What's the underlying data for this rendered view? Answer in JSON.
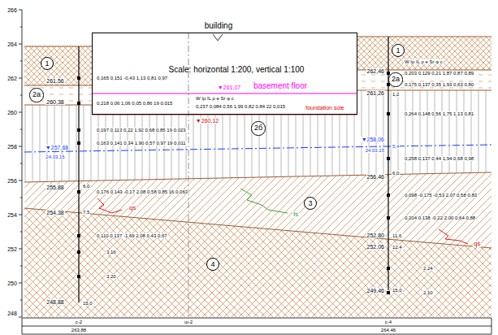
{
  "diagram": {
    "nodes": [
      {
        "text": [
          "building",
          "Scale: horizontal 1:200, vertical 1:100"
        ]
      },
      {
        "text": [
          "1"
        ]
      },
      {
        "text": [
          "2a"
        ]
      },
      {
        "text": [
          "2б"
        ]
      },
      {
        "text": [
          "3"
        ]
      },
      {
        "text": [
          "4"
        ]
      },
      {
        "text": [
          "1"
        ]
      },
      {
        "text": [
          "2a"
        ]
      }
    ],
    "labels": [
      "266",
      "264",
      "262",
      "260",
      "258",
      "256",
      "254",
      "252",
      "250",
      "248",
      "261,56",
      "260,38",
      "▼257,68",
      "24.03.15",
      "255,88",
      "254,38",
      "248,88",
      "6,0",
      "7,5",
      "15,0",
      "262,46",
      "261,26",
      "▼258,06",
      "24.03.15",
      "256,46",
      "252,80",
      "252,06",
      "249,46",
      "1,2",
      "5,4",
      "6,0",
      "11,6",
      "12,4",
      "15,0",
      "▼261,07",
      "basement floor",
      "foundation sole",
      "▼260,12",
      "W Ip IL ρ e Sr φ c",
      "0,237 0,084 0,56 1,99 0,82 0,84 22 0,015",
      "0,165 0,151 -0,43 1,13 0,81 0,97",
      "0,218 0,06 1,06 0,05 0,86 19 0,015",
      "0,197 0,113 0,22 1,92 0,68 0,85 19 0,023",
      "0,163 0,141 0,34 1,90 0,57 0,97 19 0,011",
      "0,176 0,143 -0,17 2,08 0,58 0,85 16 0,063",
      "0,110 0,137 -1,69 2,08 0,43 0,67",
      "3,16",
      "3,20",
      "W Ip IL ρ e Sr φ c",
      "0,203 0,129 0,21 1,87 0,87 0,89",
      "0,175 0,137 0,35 1,93 0,63 0,80",
      "0,264 0,148 0,56 1,75 1,13 0,81",
      "0,258 0,137 0,44 1,94 0,68 0,98",
      "0,098 -0,175 -0,53 2,07 0,58 0,83",
      "0,204 0,138 -0,22 2,00 0,64 0,88",
      "2,24",
      "2,10",
      "fs",
      "qs",
      "qs",
      "c-2",
      "ш-2",
      "c-4",
      "263,88",
      "264,46"
    ]
  }
}
